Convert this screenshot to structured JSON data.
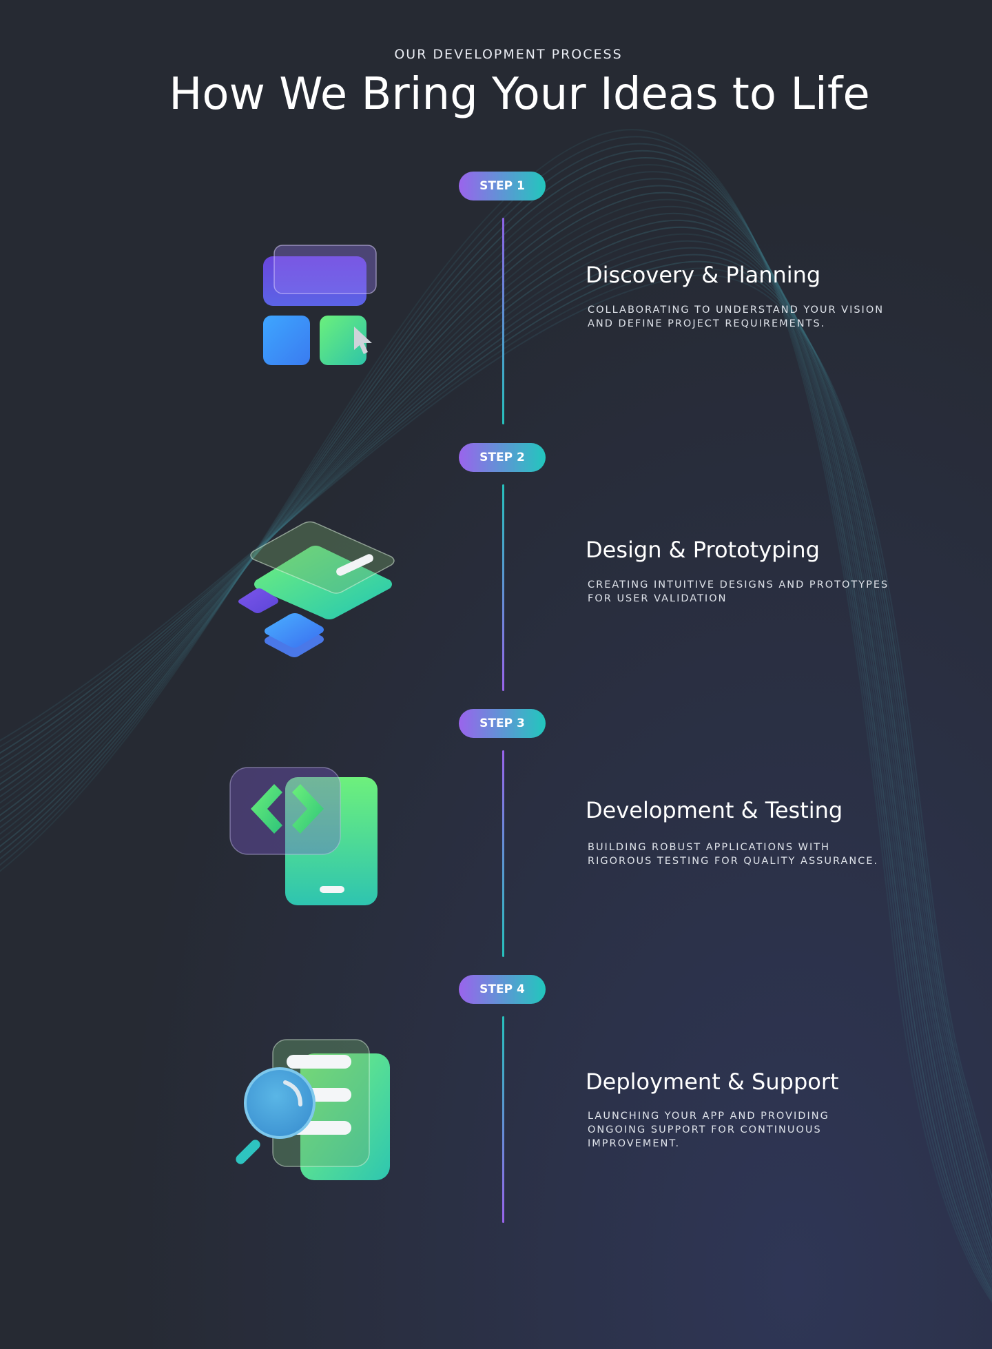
{
  "header": {
    "eyebrow": "OUR DEVELOPMENT PROCESS",
    "title": "How We Bring Your Ideas to Life"
  },
  "colors": {
    "background": "#262a33",
    "gradient_start": "#9a64ec",
    "gradient_end": "#22c7bd",
    "wave": "#3a6e7a",
    "icon_purple": "#6a4fe0",
    "icon_blue": "#3aa0ff",
    "icon_green": "#6cf27a",
    "icon_teal": "#2ec9b6"
  },
  "steps": [
    {
      "badge": "STEP 1",
      "title": "Discovery & Planning",
      "description": "COLLABORATING TO UNDERSTAND YOUR VISION AND DEFINE PROJECT REQUIREMENTS.",
      "icon": "ui-blocks-cursor-icon"
    },
    {
      "badge": "STEP 2",
      "title": "Design & Prototyping",
      "description": "CREATING INTUITIVE DESIGNS AND PROTOTYPES FOR USER VALIDATION",
      "icon": "layers-icon"
    },
    {
      "badge": "STEP 3",
      "title": "Development & Testing",
      "description": "BUILDING ROBUST APPLICATIONS WITH RIGOROUS TESTING FOR QUALITY ASSURANCE.",
      "icon": "code-phone-icon"
    },
    {
      "badge": "STEP 4",
      "title": "Deployment & Support",
      "description": "LAUNCHING YOUR APP AND PROVIDING ONGOING SUPPORT FOR CONTINUOUS IMPROVEMENT.",
      "icon": "document-search-icon"
    }
  ]
}
